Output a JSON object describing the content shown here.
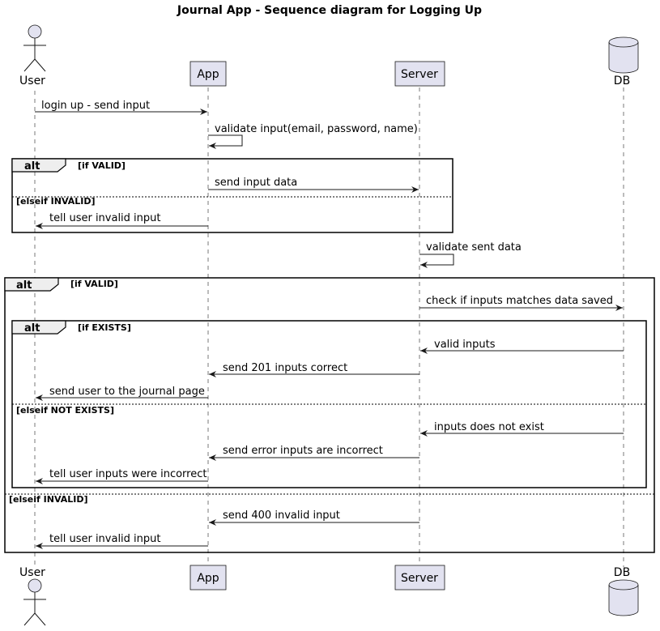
{
  "title": "Journal App - Sequence diagram for Logging Up",
  "participants": [
    {
      "id": "user",
      "label": "User",
      "kind": "actor"
    },
    {
      "id": "app",
      "label": "App",
      "kind": "participant"
    },
    {
      "id": "server",
      "label": "Server",
      "kind": "participant"
    },
    {
      "id": "db",
      "label": "DB",
      "kind": "database"
    }
  ],
  "messages": [
    {
      "from": "user",
      "to": "app",
      "text": "login up - send input"
    },
    {
      "from": "app",
      "to": "app",
      "text": "validate input(email, password, name)"
    },
    {
      "from": "app",
      "to": "server",
      "text": "send input data"
    },
    {
      "from": "app",
      "to": "user",
      "text": "tell user invalid input"
    },
    {
      "from": "server",
      "to": "server",
      "text": "validate sent data"
    },
    {
      "from": "server",
      "to": "db",
      "text": "check if inputs matches data saved"
    },
    {
      "from": "db",
      "to": "server",
      "text": "valid inputs"
    },
    {
      "from": "server",
      "to": "app",
      "text": "send 201 inputs correct"
    },
    {
      "from": "app",
      "to": "user",
      "text": "send user to the journal page"
    },
    {
      "from": "db",
      "to": "server",
      "text": "inputs does not exist"
    },
    {
      "from": "server",
      "to": "app",
      "text": "send error inputs are incorrect"
    },
    {
      "from": "app",
      "to": "user",
      "text": "tell user inputs were incorrect"
    },
    {
      "from": "server",
      "to": "app",
      "text": "send 400 invalid input"
    },
    {
      "from": "app",
      "to": "user",
      "text": "tell user invalid input"
    }
  ],
  "fragments": [
    {
      "type": "alt",
      "guard": "[if VALID]",
      "else_guard": "[elseif INVALID]"
    },
    {
      "type": "alt",
      "guard": "[if VALID]",
      "else_guard": "[elseif INVALID]"
    },
    {
      "type": "alt",
      "guard": "[if EXISTS]",
      "else_guard": "[elseif NOT EXISTS]"
    }
  ]
}
